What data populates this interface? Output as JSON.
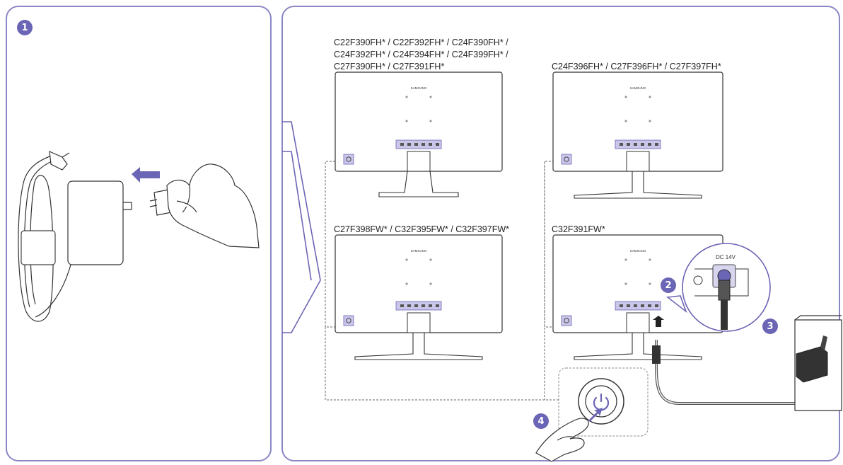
{
  "steps": {
    "one": "1",
    "two": "2",
    "three": "3",
    "four": "4"
  },
  "models": {
    "group_a": [
      "C22F390FH* / C22F392FH* / C24F390FH* /",
      "C24F392FH* / C24F394FH* / C24F399FH* /",
      "C27F390FH* / C27F391FH*"
    ],
    "group_b": "C24F396FH* / C27F396FH* / C27F397FH*",
    "group_c": "C27F398FW* / C32F395FW* / C32F397FW*",
    "group_d": "C32F391FW*"
  },
  "monitor": {
    "brand": "SAMSUNG"
  },
  "port": {
    "label": "DC 14V"
  },
  "colors": {
    "accent": "#6b65b5",
    "border": "#8b87c4",
    "line": "#333333",
    "highlight": "#c9c6ea"
  }
}
